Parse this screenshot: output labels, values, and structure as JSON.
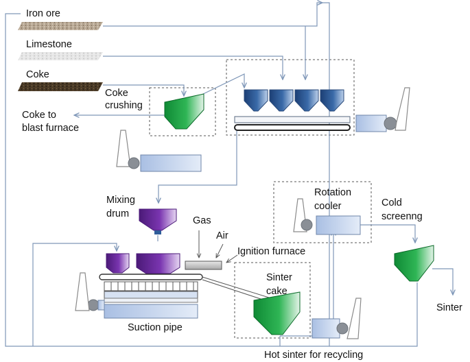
{
  "labels": {
    "iron_ore": "Iron ore",
    "limestone": "Limestone",
    "coke": "Coke",
    "coke_crushing_1": "Coke",
    "coke_crushing_2": "crushing",
    "coke_blast_1": "Coke to",
    "coke_blast_2": "blast furnace",
    "mixing_1": "Mixing",
    "mixing_2": "drum",
    "gas": "Gas",
    "air": "Air",
    "ignition": "Ignition furnace",
    "rotation_1": "Rotation",
    "rotation_2": "cooler",
    "cold_1": "Cold",
    "cold_2": "screenng",
    "sinter_cake_1": "Sinter",
    "sinter_cake_2": "cake",
    "suction": "Suction pipe",
    "sinter": "Sinter",
    "hot_sinter": "Hot sinter for recycling"
  },
  "colors": {
    "flow_line": "#7f97b8",
    "hopper_blue": "#2f5d9a",
    "crusher_green": "#1f9e45",
    "drum_purple": "#6a2b9b",
    "duct_blue": "#c9d8f0"
  }
}
